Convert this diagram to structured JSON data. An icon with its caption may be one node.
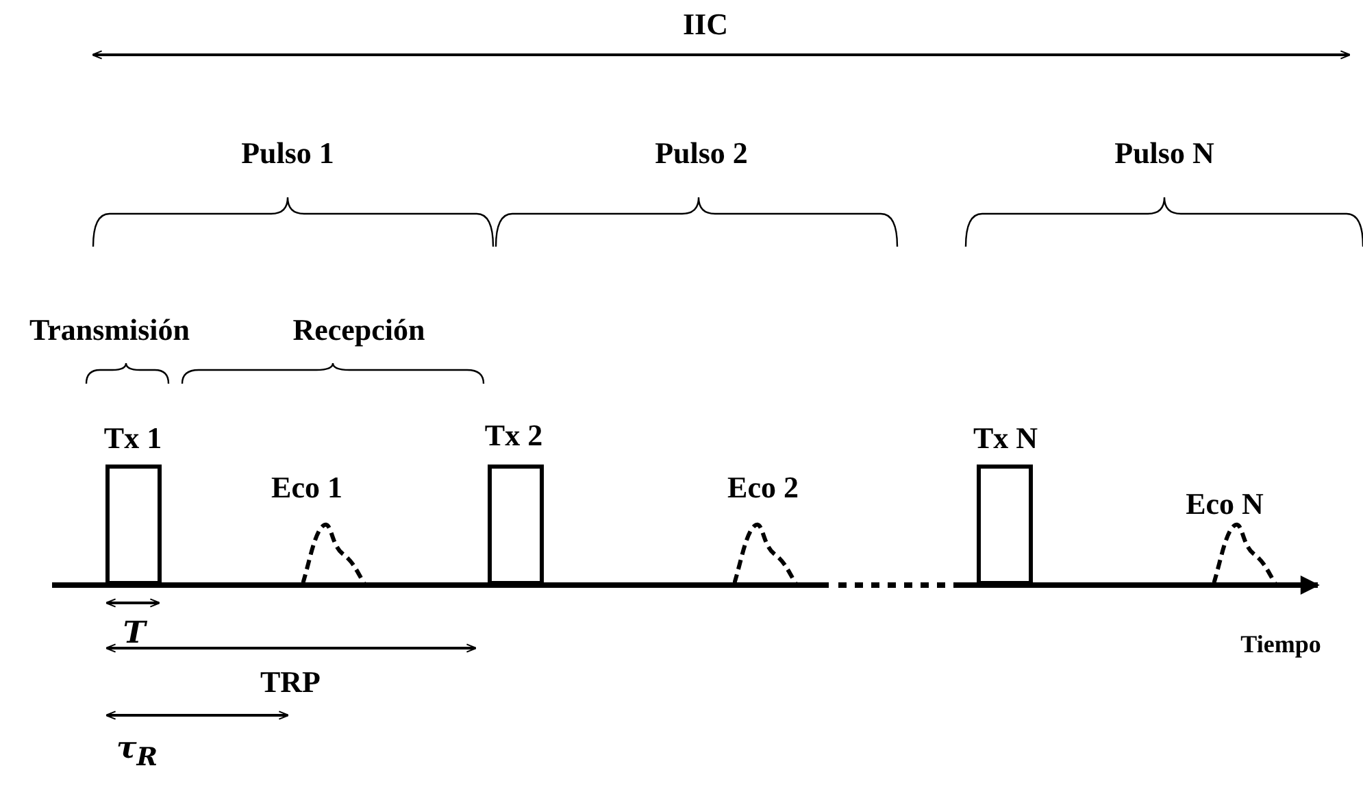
{
  "diagram": {
    "nodes": [
      {
        "text": [
          "Tx 1"
        ]
      },
      {
        "text": [
          "Eco 1"
        ]
      },
      {
        "text": [
          "Tx 2"
        ]
      },
      {
        "text": [
          "Eco 2"
        ]
      },
      {
        "text": [
          "Tx N"
        ]
      },
      {
        "text": [
          "Eco N"
        ]
      }
    ],
    "edges": [],
    "labels": [
      "IIC",
      "Pulso 1",
      "Pulso 2",
      "Pulso N",
      "Transmisión",
      "Recepción",
      "Tiempo",
      "T",
      "TRP",
      "τ$_{R}$"
    ]
  }
}
